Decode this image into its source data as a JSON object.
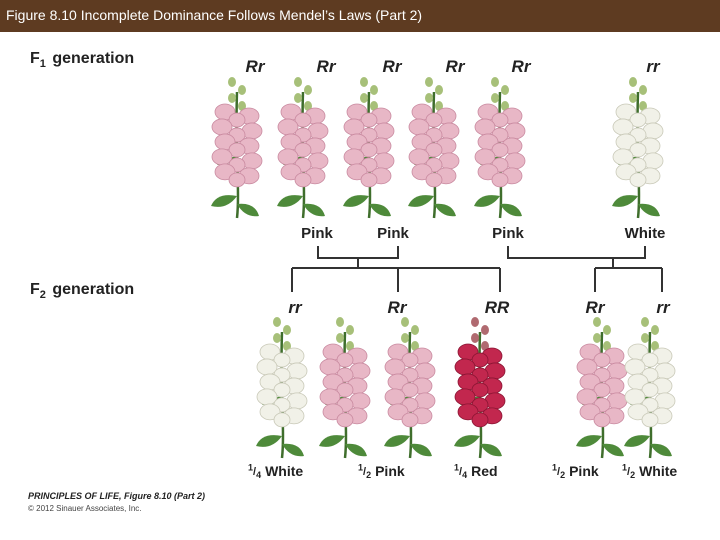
{
  "header": {
    "title": "Figure 8.10  Incomplete Dominance Follows Mendel’s Laws (Part 2)"
  },
  "f1": {
    "label_letter": "F",
    "label_sub": "1",
    "label_rest": " generation",
    "genotypes": [
      "Rr",
      "Rr",
      "Rr",
      "Rr",
      "Rr",
      "rr"
    ],
    "phenotypes": [
      "Pink",
      "Pink",
      "Pink",
      "White"
    ]
  },
  "f2": {
    "label_letter": "F",
    "label_sub": "2",
    "label_rest": " generation",
    "genotypes": [
      "rr",
      "Rr",
      "RR",
      "Rr",
      "rr"
    ],
    "ratios": [
      {
        "num": "1",
        "den": "4",
        "text": "White"
      },
      {
        "num": "1",
        "den": "2",
        "text": "Pink"
      },
      {
        "num": "1",
        "den": "4",
        "text": "Red"
      },
      {
        "num": "1",
        "den": "2",
        "text": "Pink"
      },
      {
        "num": "1",
        "den": "2",
        "text": "White"
      }
    ]
  },
  "credit": {
    "line1": "PRINCIPLES OF LIFE, Figure 8.10 (Part 2)",
    "line2": "© 2012 Sinauer Associates, Inc."
  },
  "colors": {
    "pink_petal": "#e8b7c6",
    "white_petal": "#f1f1e8",
    "red_petal": "#c2274e",
    "leaf": "#4e8a3a",
    "bud": "#a7c079"
  }
}
